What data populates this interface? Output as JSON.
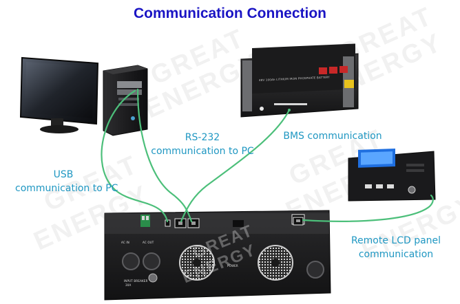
{
  "title": "Communication Connection",
  "watermark": {
    "line1": "GREAT",
    "line2": "ENERGY"
  },
  "labels": {
    "usb": [
      "USB",
      "communication to PC"
    ],
    "rs232": [
      "RS-232",
      "communication to PC"
    ],
    "bms": "BMS communication",
    "lcd": [
      "Remote LCD panel",
      "communication"
    ]
  },
  "colors": {
    "title": "#1a14c4",
    "label": "#1f97c2",
    "cable": "#4cbf7a",
    "device": "#1c1c1c"
  },
  "devices": {
    "battery_face_text": "48V 100Ah LITHIUM IRON PHOSPHATE BATTERY",
    "inverter_power_label": "POWER",
    "inverter_ports": [
      "AC IN",
      "AC OUT"
    ],
    "inverter_breaker": "INPUT BREAKER",
    "inverter_rating": "30A",
    "inverter_watermark": [
      "GREAT",
      "ENERGY"
    ]
  },
  "icons": [
    "pc-monitor-icon",
    "pc-tower-icon",
    "battery-module-icon",
    "inverter-icon",
    "lcd-panel-icon",
    "rj45-port-icon",
    "usb-port-icon",
    "cooling-fan-icon"
  ]
}
